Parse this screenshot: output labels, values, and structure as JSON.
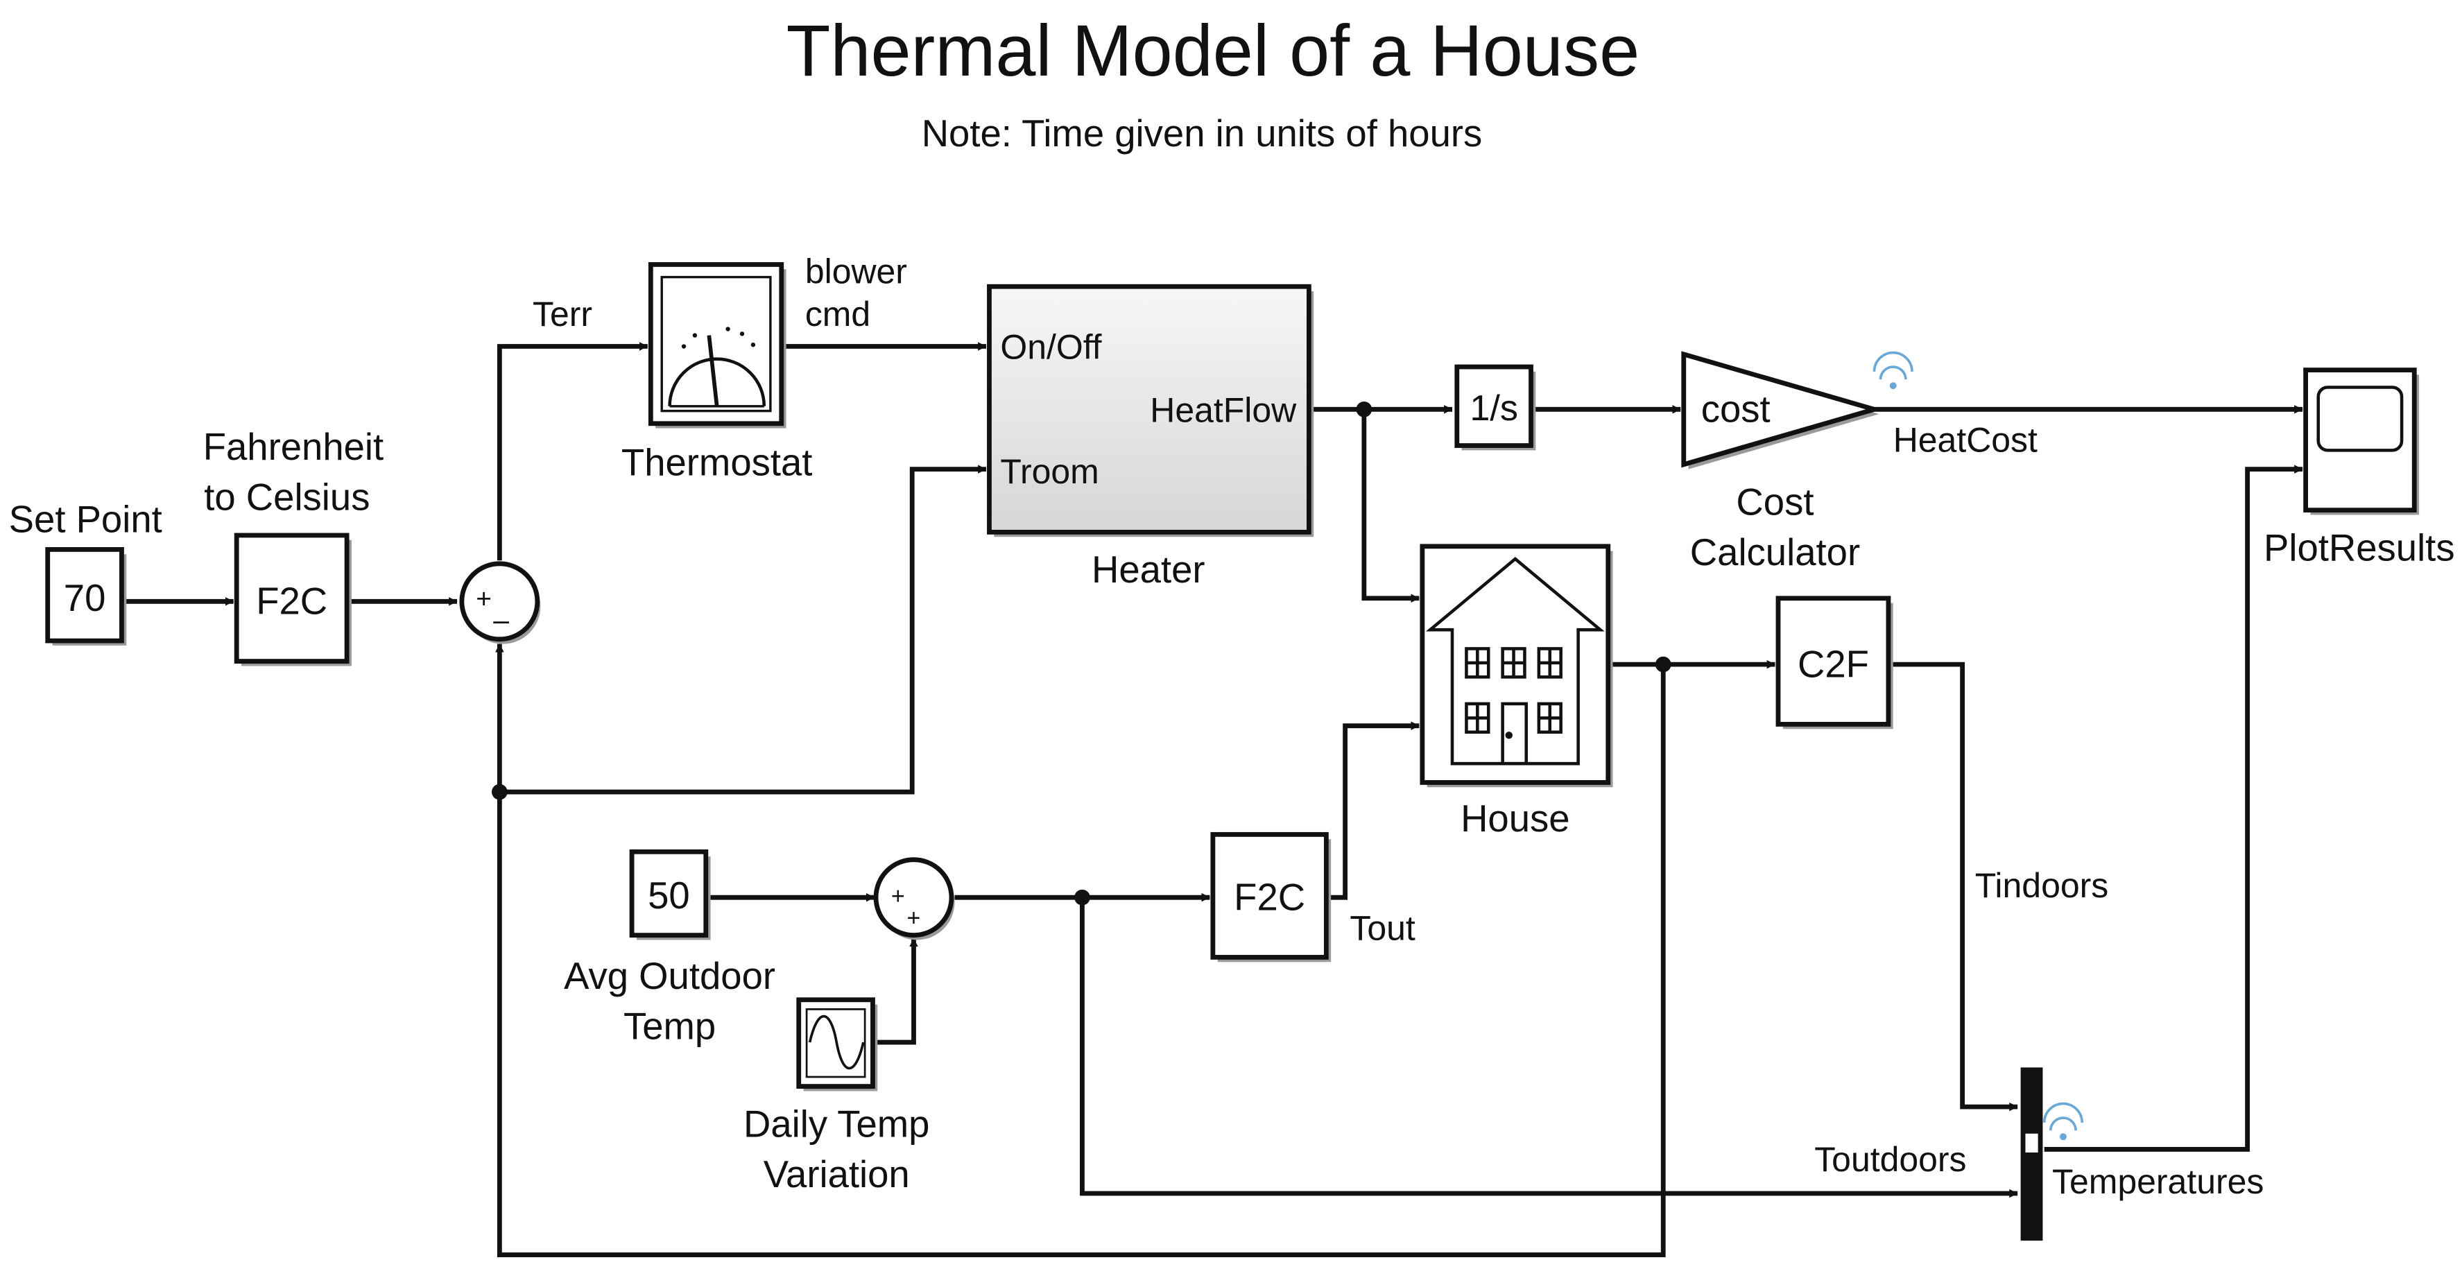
{
  "title": "Thermal Model of a House",
  "subtitle": "Note: Time given in units of hours",
  "blocks": {
    "set_point": {
      "value": "70",
      "label": "Set Point"
    },
    "f2c_main": {
      "text": "F2C",
      "label_line1": "Fahrenheit",
      "label_line2": "to Celsius"
    },
    "sum_main": {
      "plus": "+",
      "minus": "–"
    },
    "thermostat": {
      "label": "Thermostat"
    },
    "heater": {
      "label": "Heater",
      "in1": "On/Off",
      "in2": "Troom",
      "out": "HeatFlow"
    },
    "integrator": {
      "text": "1/s"
    },
    "cost_calc": {
      "text": "cost",
      "label_line1": "Cost",
      "label_line2": "Calculator"
    },
    "scope": {
      "label": "PlotResults"
    },
    "house": {
      "label": "House"
    },
    "c2f": {
      "text": "C2F"
    },
    "avg_outdoor": {
      "value": "50",
      "label_line1": "Avg Outdoor",
      "label_line2": "Temp"
    },
    "sum_outdoor": {
      "plus1": "+",
      "plus2": "+"
    },
    "daily_var": {
      "label_line1": "Daily Temp",
      "label_line2": "Variation"
    },
    "f2c_out": {
      "text": "F2C"
    },
    "mux": {
      "label": "Temperatures"
    }
  },
  "signals": {
    "terr": "Terr",
    "blower_line1": "blower",
    "blower_line2": "cmd",
    "heat_cost": "HeatCost",
    "tout": "Tout",
    "tindoors": "Tindoors",
    "toutdoors": "Toutdoors"
  },
  "colors": {
    "line": "#111111",
    "block_fill": "#ffffff",
    "heater_fill_top": "#f7f7f7",
    "heater_fill_bottom": "#d6d6d6",
    "logging_icon": "#6aa8d8"
  }
}
